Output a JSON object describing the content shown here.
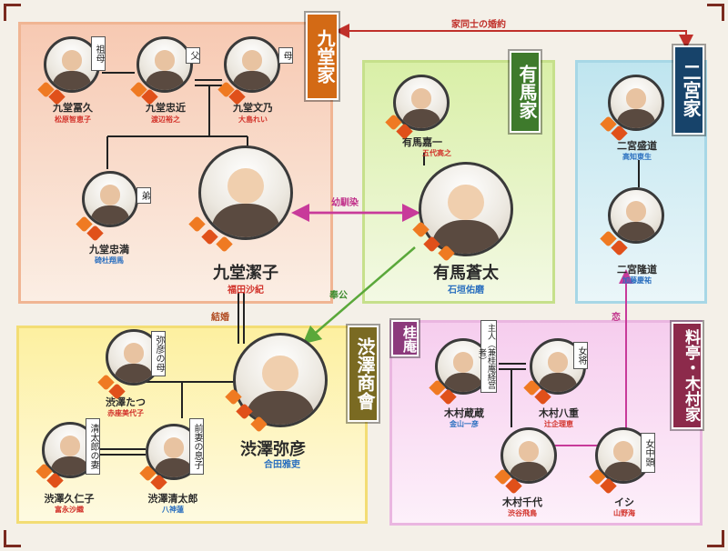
{
  "groups": {
    "kudo": "九堂家",
    "arima": "有馬家",
    "ninomiya": "二宮家",
    "shibusawa": "渋澤商會",
    "keian": "桂庵",
    "kimura": "料亭・木村家"
  },
  "relations": {
    "engagement": "家同士の婚約",
    "childhood": "幼馴染",
    "service": "奉公",
    "marriage": "結婚",
    "love": "恋"
  },
  "people": {
    "kudo_tomihisa": {
      "name": "九堂冨久",
      "actor": "松原智恵子",
      "role": "祖母"
    },
    "kudo_tadachika": {
      "name": "九堂忠近",
      "actor": "渡辺裕之",
      "role": "父"
    },
    "kudo_fumino": {
      "name": "九堂文乃",
      "actor": "大島れい",
      "role": "母"
    },
    "kudo_tadamitsu": {
      "name": "九堂忠満",
      "actor": "碕杜翔馬",
      "role": "弟"
    },
    "kudo_kiyoko": {
      "name": "九堂潔子",
      "actor": "福田沙紀"
    },
    "arima_kaichi": {
      "name": "有馬嘉一",
      "actor": "五代高之"
    },
    "arima_sota": {
      "name": "有馬蒼太",
      "actor": "石垣佑磨"
    },
    "ninomiya_morimichi": {
      "name": "二宮盛道",
      "actor": "高知東生"
    },
    "ninomiya_takamichi": {
      "name": "二宮隆道",
      "actor": "加藤慶祐"
    },
    "shibusawa_tatsu": {
      "name": "渋澤たつ",
      "actor": "赤座美代子",
      "role": "弥彦の母"
    },
    "shibusawa_yahiko": {
      "name": "渋澤弥彦",
      "actor": "合田雅吏"
    },
    "shibusawa_kuniko": {
      "name": "渋澤久仁子",
      "actor": "富永沙織",
      "role": "清太郎の妻"
    },
    "shibusawa_seitaro": {
      "name": "渋澤清太郎",
      "actor": "八神蓮",
      "role": "前妻の息子"
    },
    "kimura_kurazo": {
      "name": "木村蔵蔵",
      "actor": "金山一彦",
      "role": "主人（兼桂庵経営者）"
    },
    "kimura_yae": {
      "name": "木村八重",
      "actor": "辻企理恵",
      "role": "女将"
    },
    "kimura_chiyo": {
      "name": "木村千代",
      "actor": "渋谷飛鳥"
    },
    "ishi": {
      "name": "イシ",
      "actor": "山野海",
      "role": "女中頭"
    }
  }
}
